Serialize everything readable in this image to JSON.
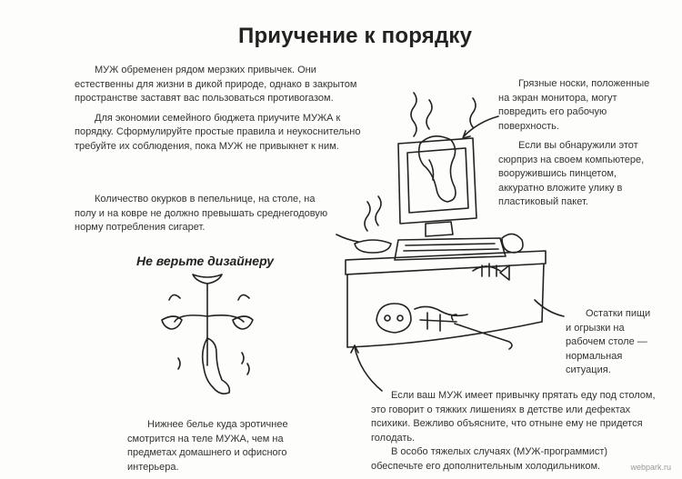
{
  "page": {
    "title": "Приучение к порядку",
    "intro": [
      "МУЖ обременен рядом мерзких привычек. Они естественны для жизни в дикой природе, однако в закрытом пространстве заставят вас пользоваться противогазом.",
      "Для экономии семейного бюджета приучите МУЖА к порядку. Сформулируйте простые правила и неукоснительно требуйте их соблюдения, пока МУЖ не привыкнет к ним."
    ],
    "cigarettes": "Количество окурков в пепельнице, на столе, на полу и на ковре не должно превышать среднегодовую норму потребления сигарет.",
    "designer_heading": "Не верьте дизайнеру",
    "underwear": "Нижнее белье куда эротичнее смотрится на теле МУЖА, чем на предметах домашнего и офисного интерьера.",
    "socks": [
      "Грязные носки, положенные на экран монитора, могут повредить его рабочую поверхность.",
      "Если вы обнаружили этот сюрприз на своем компьютере, вооружившись пинцетом, аккуратно вложите улику в пластиковый пакет."
    ],
    "food_remains": "Остатки пищи и огрызки на рабочем столе — нормальная ситуация.",
    "hiding_food": [
      "Если ваш МУЖ имеет привычку прятать еду под столом, это говорит о тяжких лишениях в детстве или дефектах психики. Вежливо объясните, что отныне ему не придется голодать.",
      "В особо тяжелых случаях (МУЖ-программист) обеспечьте его дополнительным холодильником."
    ],
    "watermark": "webpark.ru"
  }
}
